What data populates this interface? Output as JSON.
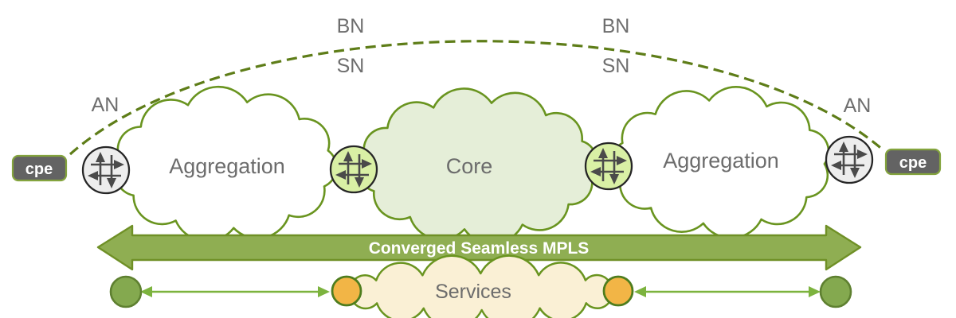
{
  "endpoints": {
    "cpe_left": "cpe",
    "cpe_right": "cpe"
  },
  "node_labels": {
    "an_left": "AN",
    "bn_left": "BN",
    "sn_left": "SN",
    "bn_right": "BN",
    "sn_right": "SN",
    "an_right": "AN"
  },
  "clouds": {
    "aggregation_left": "Aggregation",
    "core": "Core",
    "aggregation_right": "Aggregation",
    "services": "Services"
  },
  "mpls_arrow_label": "Converged Seamless MPLS",
  "icons": {
    "router": "router-crossed-arrows-icon",
    "endpoint_green": "access-endpoint-dot",
    "endpoint_orange": "service-node-dot"
  },
  "colors": {
    "line_green": "#69941f",
    "dash_green": "#5e7d18",
    "arrow_fill": "#8fae52",
    "arrow_border": "#6f9026",
    "core_fill": "#e5eed8",
    "services_fill": "#faf0d5",
    "orange_node": "#f2b546",
    "green_node": "#84a94f",
    "router_green_fill": "#d9f0a5",
    "router_gray_fill": "#ededed",
    "cpe_fill": "#636363",
    "label_gray": "#6e6e6e"
  }
}
